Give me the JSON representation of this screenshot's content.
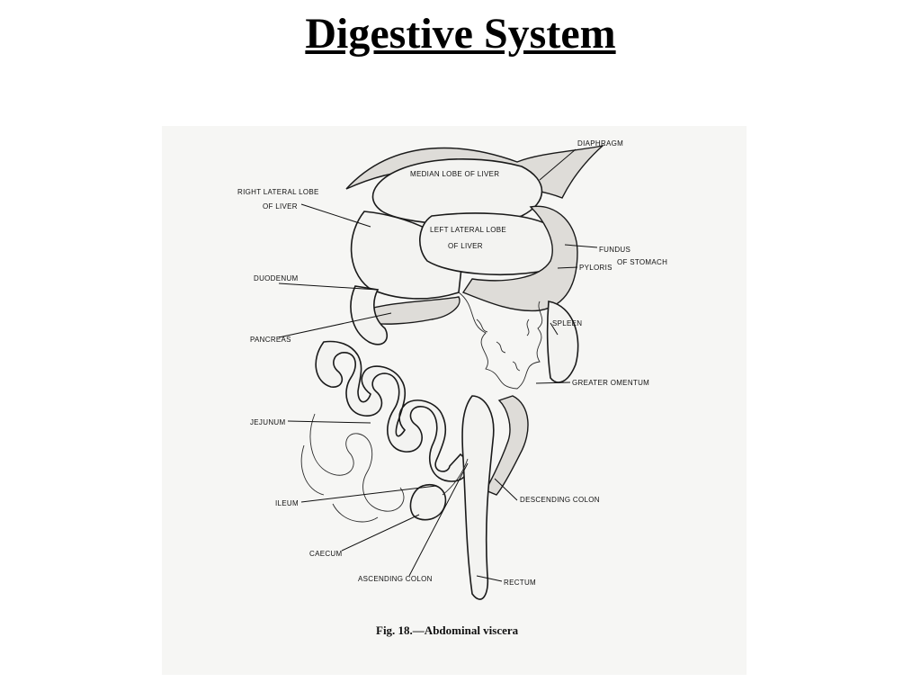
{
  "slide": {
    "title": "Digestive System"
  },
  "figure": {
    "caption": "Fig. 18.—Abdominal viscera",
    "labels": {
      "diaphragm": "DIAPHRAGM",
      "median_lobe": "MEDIAN LOBE OF LIVER",
      "right_lateral_lobe_line1": "RIGHT LATERAL LOBE",
      "right_lateral_lobe_line2": "OF LIVER",
      "left_lateral_lobe_line1": "LEFT LATERAL LOBE",
      "left_lateral_lobe_line2": "OF LIVER",
      "fundus": "FUNDUS",
      "pyloris": "PYLORIS",
      "of_stomach": "OF STOMACH",
      "duodenum": "DUODENUM",
      "spleen": "SPLEEN",
      "pancreas": "PANCREAS",
      "greater_omentum": "GREATER OMENTUM",
      "jejunum": "JEJUNUM",
      "descending_colon": "DESCENDING COLON",
      "ileum": "ILEUM",
      "caecum": "CAECUM",
      "ascending_colon": "ASCENDING COLON",
      "rectum": "RECTUM"
    }
  }
}
